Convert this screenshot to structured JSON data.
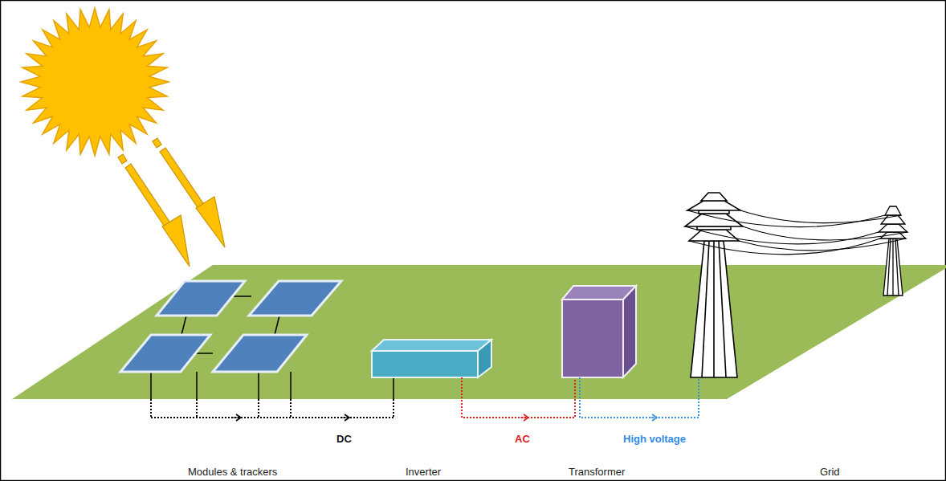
{
  "diagram": {
    "labels": [
      "DC",
      "AC",
      "High voltage",
      "Modules & trackers",
      "Inverter",
      "Transformer",
      "Grid"
    ]
  }
}
